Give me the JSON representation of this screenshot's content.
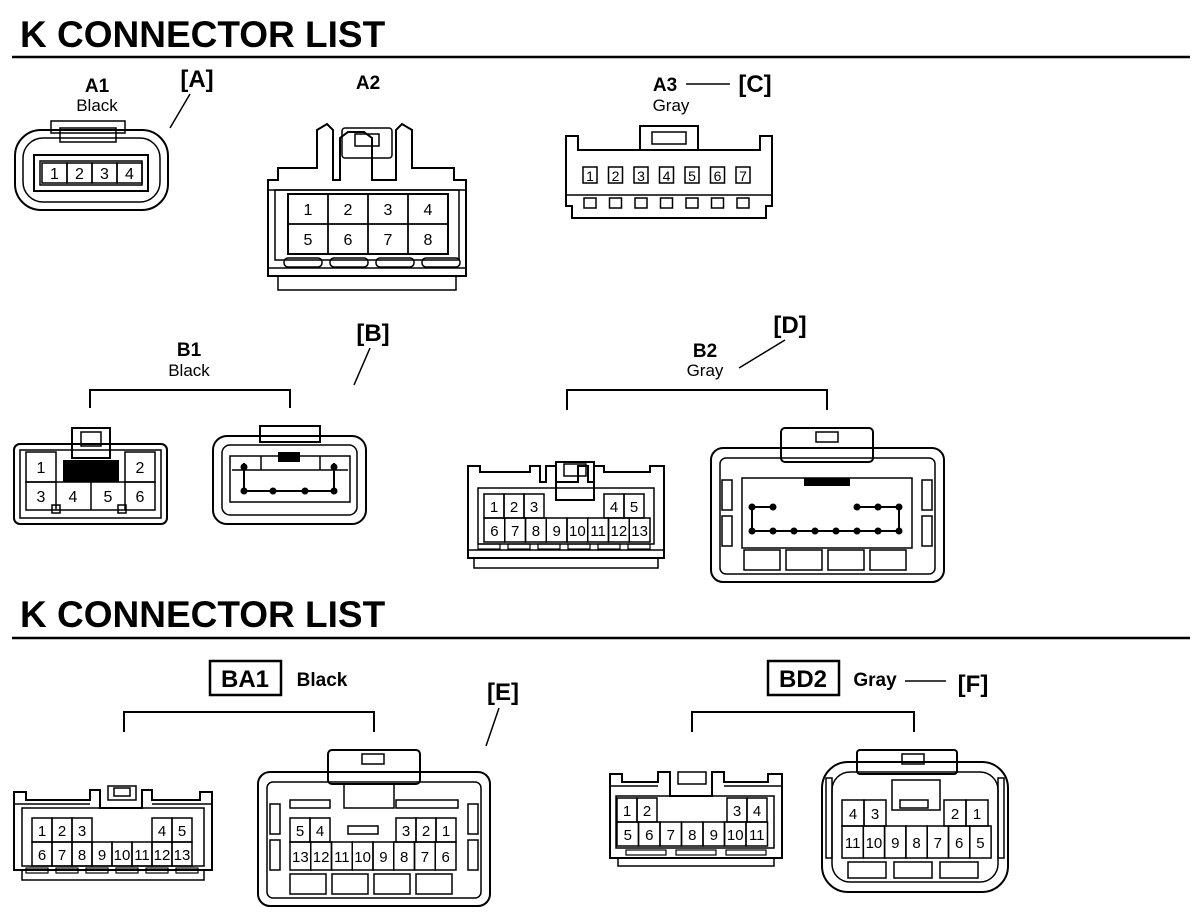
{
  "sections": [
    {
      "title": "K  CONNECTOR LIST"
    },
    {
      "title": "K  CONNECTOR LIST"
    }
  ],
  "connectors": {
    "A1": {
      "code": "A1",
      "color": "Black",
      "tag": "[A]",
      "pins": [
        "1",
        "2",
        "3",
        "4"
      ]
    },
    "A2": {
      "code": "A2",
      "pins": [
        "1",
        "2",
        "3",
        "4",
        "5",
        "6",
        "7",
        "8"
      ]
    },
    "A3": {
      "code": "A3",
      "color": "Gray",
      "tag": "[C]",
      "pins": [
        "1",
        "2",
        "3",
        "4",
        "5",
        "6",
        "7"
      ]
    },
    "B1": {
      "code": "B1",
      "color": "Black",
      "tag": "[B]",
      "pins": [
        "1",
        "2",
        "3",
        "4",
        "5",
        "6"
      ]
    },
    "B2": {
      "code": "B2",
      "color": "Gray",
      "tag": "[D]",
      "pins_top": [
        "1",
        "2",
        "3",
        "4",
        "5"
      ],
      "pins_bottom": [
        "6",
        "7",
        "8",
        "9",
        "10",
        "11",
        "12",
        "13"
      ]
    },
    "BA1": {
      "code": "BA1",
      "color": "Black",
      "tag": "[E]",
      "pins_top": [
        "1",
        "2",
        "3",
        "4",
        "5"
      ],
      "pins_bottom": [
        "6",
        "7",
        "8",
        "9",
        "10",
        "11",
        "12",
        "13"
      ],
      "mirror_top": [
        "5",
        "4",
        "3",
        "2",
        "1"
      ],
      "mirror_bottom": [
        "13",
        "12",
        "11",
        "10",
        "9",
        "8",
        "7",
        "6"
      ]
    },
    "BD2": {
      "code": "BD2",
      "color": "Gray",
      "tag": "[F]",
      "pins_top": [
        "1",
        "2",
        "3",
        "4"
      ],
      "pins_bottom": [
        "5",
        "6",
        "7",
        "8",
        "9",
        "10",
        "11"
      ],
      "mirror_top": [
        "4",
        "3",
        "2",
        "1"
      ],
      "mirror_bottom": [
        "11",
        "10",
        "9",
        "8",
        "7",
        "6",
        "5"
      ]
    }
  },
  "colors": {
    "line": "#000000",
    "background": "#ffffff"
  }
}
